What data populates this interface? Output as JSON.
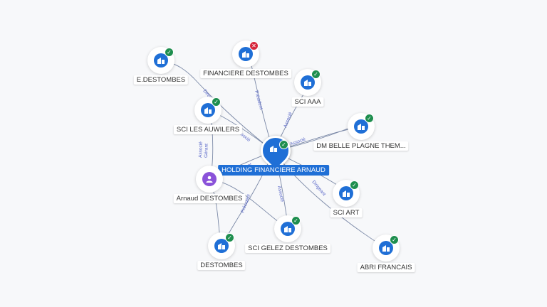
{
  "center": {
    "label": "HOLDING FINANCIERE ARNAUD",
    "icon": "company-icon",
    "status": "active"
  },
  "nodes": [
    {
      "id": "edestombes",
      "label": "E.DESTOMBES",
      "icon": "company-icon",
      "status": "active"
    },
    {
      "id": "fin_destombes",
      "label": "FINANCIERE DESTOMBES",
      "icon": "company-icon",
      "status": "closed"
    },
    {
      "id": "sci_aaa",
      "label": "SCI AAA",
      "icon": "company-icon",
      "status": "active"
    },
    {
      "id": "sci_auwilers",
      "label": "SCI LES AUWILERS",
      "icon": "company-icon",
      "status": "active"
    },
    {
      "id": "dm_belle",
      "label": "DM BELLE PLAGNE THEM...",
      "icon": "company-icon",
      "status": "active"
    },
    {
      "id": "arnaud",
      "label": "Arnaud DESTOMBES",
      "icon": "person-icon",
      "status": "none"
    },
    {
      "id": "sci_art",
      "label": "SCI ART",
      "icon": "company-icon",
      "status": "active"
    },
    {
      "id": "sci_gelez",
      "label": "SCI GELEZ DESTOMBES",
      "icon": "company-icon",
      "status": "active"
    },
    {
      "id": "destombes",
      "label": "DESTOMBES",
      "icon": "company-icon",
      "status": "active"
    },
    {
      "id": "abri",
      "label": "ABRI FRANCAIS",
      "icon": "company-icon",
      "status": "active"
    }
  ],
  "edge_labels": {
    "president": "Président",
    "associe": "Associé",
    "gerant": "Gérant",
    "directeur": "Directeur",
    "dirigeant": "Dirigeant"
  },
  "colors": {
    "primary": "#1f6fd6",
    "ok": "#1e8e4e",
    "bad": "#d6263b",
    "person": "#8a52d9",
    "edge": "#7a88a6"
  }
}
